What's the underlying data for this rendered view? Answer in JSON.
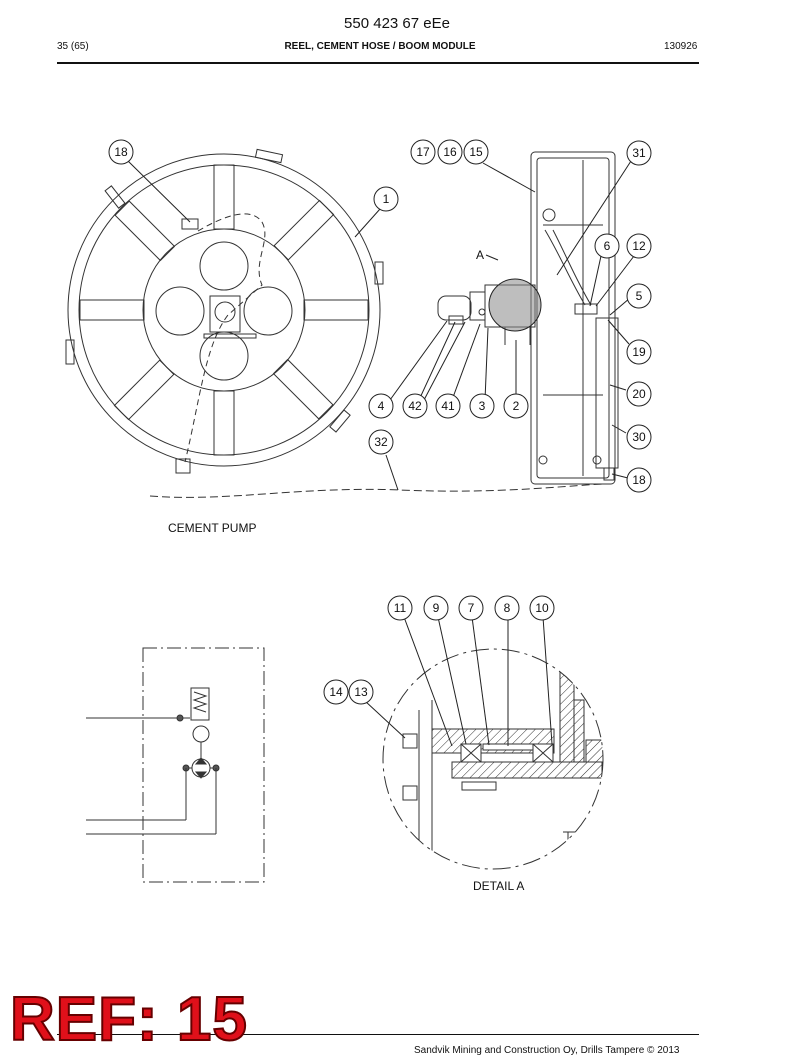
{
  "header": {
    "doc_number": "550 423 67 eEe",
    "page": "35 (65)",
    "title": "REEL, CEMENT HOSE / BOOM MODULE",
    "date": "130926"
  },
  "callouts": {
    "c1": "1",
    "c2": "2",
    "c3": "3",
    "c4": "4",
    "c5": "5",
    "c6": "6",
    "c7": "7",
    "c8": "8",
    "c9": "9",
    "c10": "10",
    "c11": "11",
    "c12": "12",
    "c13": "13",
    "c14": "14",
    "c15": "15",
    "c16": "16",
    "c17": "17",
    "c18a": "18",
    "c18b": "18",
    "c19": "19",
    "c20": "20",
    "c30": "30",
    "c31": "31",
    "c32": "32",
    "c41": "41",
    "c42": "42"
  },
  "labels": {
    "detail_marker": "A",
    "cement_pump": "CEMENT PUMP",
    "detail_title": "DETAIL  A"
  },
  "overlay": {
    "ref": "REF: 15"
  },
  "footer": {
    "copyright": "Sandvik Mining and Construction Oy, Drills Tampere © 2013"
  }
}
